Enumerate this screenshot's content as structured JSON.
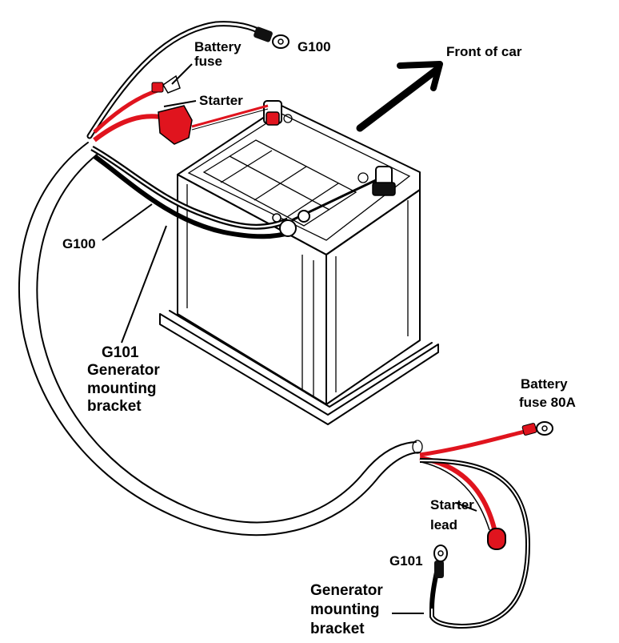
{
  "labels": {
    "g100_top": "G100",
    "battery_fuse_top": "Battery\nfuse",
    "starter_top": "Starter",
    "front_of_car": "Front of car",
    "g100_left": "G100",
    "g101_generator": "G101\nGenerator\nmounting\nbracket",
    "battery_fuse_80a": "Battery\nfuse 80A",
    "starter_lead": "Starter\nlead",
    "g101_bottom": "G101",
    "generator_bracket_bottom": "Generator\nmounting\nbracket"
  },
  "colors": {
    "cable_red": "#e0141e",
    "outline": "#000000",
    "background": "#ffffff"
  }
}
